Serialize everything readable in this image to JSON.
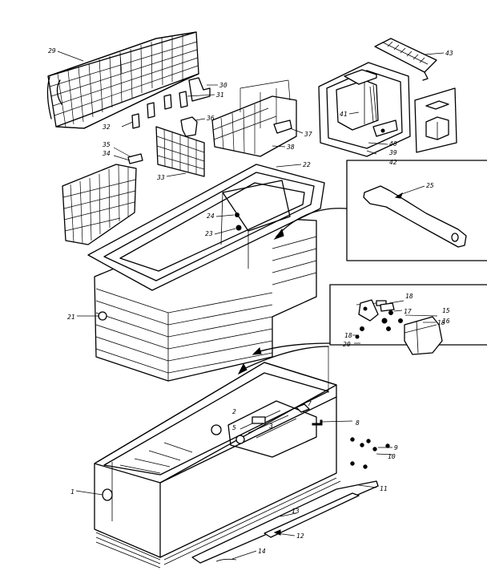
{
  "callouts": {
    "c1": "1",
    "c2": "2",
    "c3": "3",
    "c5": "5",
    "c7": "7",
    "c8": "8",
    "c9": "9",
    "c10": "10",
    "c11": "11",
    "c12": "12",
    "c13": "13",
    "c14": "14",
    "c15": "15",
    "c16": "16",
    "c17": "17",
    "c18a": "18",
    "c18b": "18",
    "c18c": "18",
    "c20": "20",
    "c21": "21",
    "c22": "22",
    "c23": "23",
    "c24": "24",
    "c25": "25",
    "c29": "29",
    "c30": "30",
    "c31": "31",
    "c32": "32",
    "c33": "33",
    "c34": "34",
    "c35": "35",
    "c36": "36",
    "c37": "37",
    "c38": "38",
    "c39": "39",
    "c40": "40",
    "c41": "41",
    "c42": "42",
    "c43": "43"
  }
}
